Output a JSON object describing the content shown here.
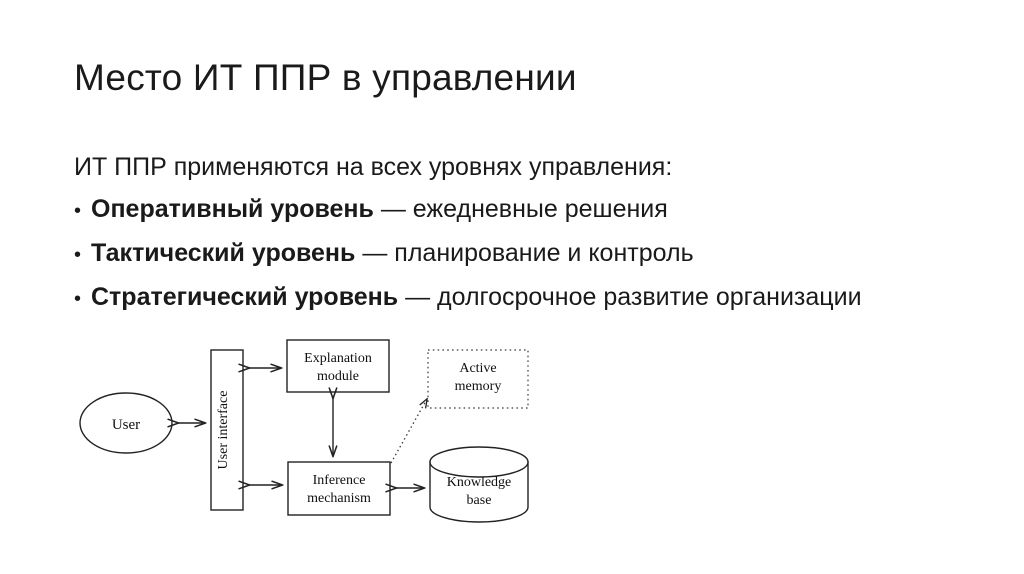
{
  "slide": {
    "title": "Место ИТ ППР в управлении",
    "background_color": "#ffffff",
    "text_color": "#1a1a1a"
  },
  "body": {
    "lead": "ИТ ППР применяются на всех уровнях управления:",
    "bullet_marker": "•",
    "bullets": [
      {
        "term": "Оперативный уровень",
        "rest": " — ежедневные решения"
      },
      {
        "term": "Тактический уровень",
        "rest": " — планирование и контроль"
      },
      {
        "term": "Стратегический уровень",
        "rest": " — долгосрочное развитие организации"
      }
    ]
  },
  "diagram": {
    "type": "expert-system-architecture",
    "stroke_color": "#222222",
    "nodes": [
      {
        "id": "user",
        "label": "User",
        "shape": "ellipse"
      },
      {
        "id": "user-interface",
        "label": "User interface",
        "shape": "rect-vertical-text"
      },
      {
        "id": "explanation-module",
        "label_line1": "Explanation",
        "label_line2": "module",
        "shape": "rect"
      },
      {
        "id": "active-memory",
        "label_line1": "Active",
        "label_line2": "memory",
        "shape": "rect-dotted"
      },
      {
        "id": "inference-mechanism",
        "label_line1": "Inference",
        "label_line2": "mechanism",
        "shape": "rect"
      },
      {
        "id": "knowledge-base",
        "label_line1": "Knowledge",
        "label_line2": "base",
        "shape": "cylinder"
      }
    ],
    "connectors": [
      {
        "from": "user",
        "to": "user-interface",
        "style": "solid",
        "arrows": "both"
      },
      {
        "from": "user-interface",
        "to": "explanation-module",
        "style": "solid",
        "arrows": "both"
      },
      {
        "from": "user-interface",
        "to": "inference-mechanism",
        "style": "solid",
        "arrows": "both"
      },
      {
        "from": "explanation-module",
        "to": "inference-mechanism",
        "style": "solid",
        "arrows": "both"
      },
      {
        "from": "inference-mechanism",
        "to": "knowledge-base",
        "style": "solid",
        "arrows": "both"
      },
      {
        "from": "inference-mechanism",
        "to": "active-memory",
        "style": "dotted",
        "arrows": "end"
      }
    ]
  }
}
